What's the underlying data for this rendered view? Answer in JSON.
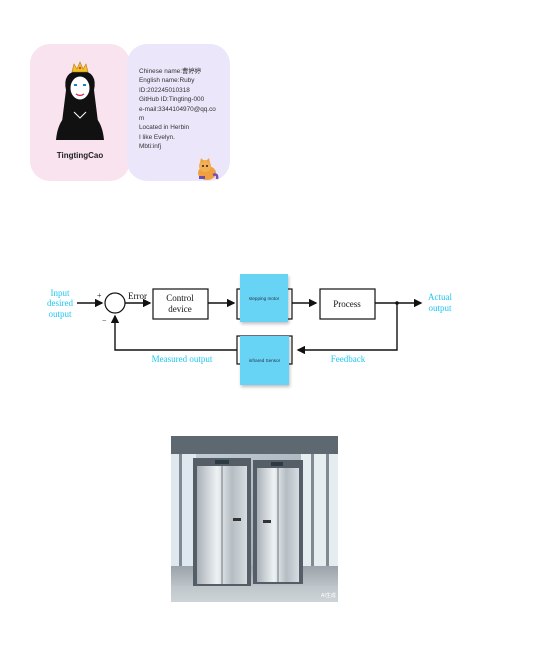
{
  "profile": {
    "name": "TingtingCao",
    "info_lines": [
      "Chinese name:曹婷婷",
      "English name:Ruby",
      "ID:202245010318",
      "GitHub ID:Tingting-000",
      "e-mail:3344104970@qq.com",
      "Located in Herbin",
      "I like Evelyn.",
      "Mbti:infj"
    ]
  },
  "diagram": {
    "input_label": [
      "Input",
      "desired",
      "output"
    ],
    "plus_sign": "+",
    "minus_sign": "−",
    "error_label": "Error",
    "control_block": [
      "Control",
      "device"
    ],
    "process_block": "Process",
    "output_label": [
      "Actual",
      "output"
    ],
    "measured_label": "Measured output",
    "feedback_label": "Feedback",
    "note_top": "stepping motor",
    "note_bottom": "infrared Sensor",
    "colors": {
      "cyan_labels": "#1ec8f0",
      "note": "#67d4f6"
    }
  },
  "photo": {
    "subject": "stainless steel elevator doors in a bright lobby",
    "watermark": "AI生成"
  }
}
